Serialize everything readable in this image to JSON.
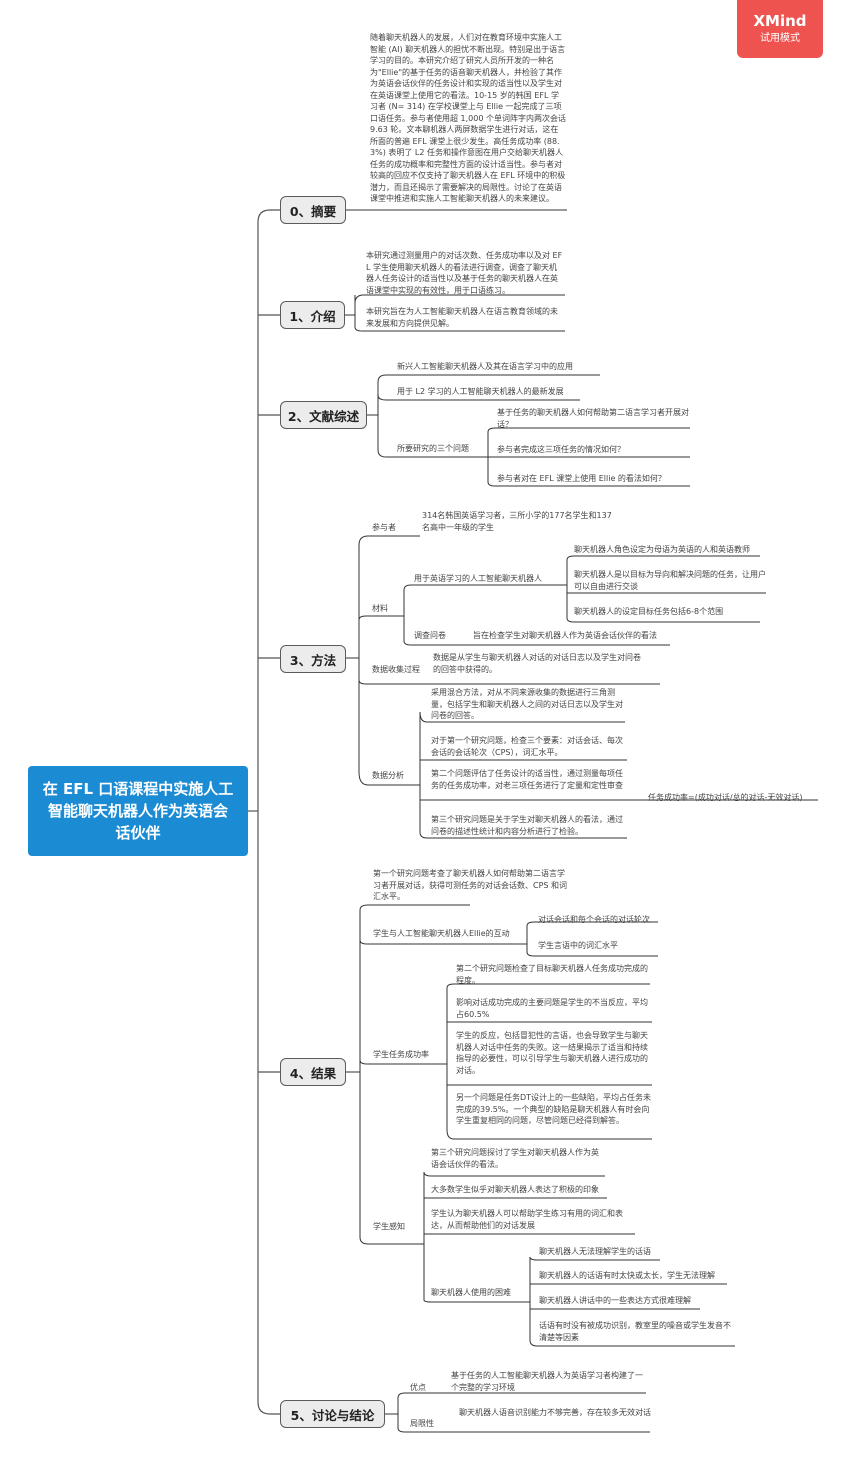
{
  "badge": {
    "brand": "XMind",
    "mode": "试用模式"
  },
  "root": {
    "title": "在 EFL 口语课程中实施人工智能聊天机器人作为英语会话伙伴"
  },
  "sections": {
    "abstract": {
      "label": "0、摘要",
      "text": "随着聊天机器人的发展，人们对在教育环境中实施人工智能 (AI) 聊天机器人的担忧不断出现。特别是出于语言学习的目的。本研究介绍了研究人员所开发的一种名为\"Ellie\"的基于任务的语音聊天机器人，并检验了其作为英语会话伙伴的任务设计和实现的适当性以及学生对在英语课堂上使用它的看法。10-15 岁的韩国 EFL 学习者 (N= 314) 在学校课堂上与 Ellie 一起完成了三项口语任务。参与者使用超 1,000 个单词阵字内两次会话 9.63 轮。文本聊机器人两屏数据学生进行对话，这在所面的普遍 EFL 课堂上很少发生。高任务成功率 (88.3%) 表明了 L2 任务和操作意图在用户交给聊天机器人任务的成功概率和完整性方面的设计适当性。参与者对较高的回应不仅支持了聊天机器人在 EFL 环境中的积极潜力，而且还揭示了需要解决的局限性。讨论了在英语课堂中推进和实施人工智能聊天机器人的未来建议。"
    },
    "intro": {
      "label": "1、介绍",
      "items": [
        "本研究通过测量用户的对话次数、任务成功率以及对 EFL 学生使用聊天机器人的看法进行调查，调查了聊天机器人任务设计的适当性以及基于任务的聊天机器人在英语课堂中实现的有效性，用于口语练习。",
        "本研究旨在为人工智能聊天机器人在语言教育领域的未来发展和方向提供见解。"
      ]
    },
    "literature": {
      "label": "2、文献综述",
      "items": [
        "新兴人工智能聊天机器人及其在语言学习中的应用",
        "用于 L2 学习的人工智能聊天机器人的最新发展"
      ],
      "questions_label": "所要研究的三个问题",
      "questions": [
        "基于任务的聊天机器人如何帮助第二语言学习者开展对话？",
        "参与者完成这三项任务的情况如何？",
        "参与者对在 EFL 课堂上使用 Ellie 的看法如何？"
      ]
    },
    "method": {
      "label": "3、方法",
      "participants_label": "参与者",
      "participants_text": "314名韩国英语学习者，三所小学的177名学生和137名高中一年级的学生",
      "materials_label": "材料",
      "chatbot_label": "用于英语学习的人工智能聊天机器人",
      "chatbot_items": [
        "聊天机器人角色设定为母语为英语的人和英语教师",
        "聊天机器人是以目标为导向和解决问题的任务，让用户可以自由进行交谈",
        "聊天机器人的设定目标任务包括6-8个范围"
      ],
      "survey_label": "调查问卷",
      "survey_text": "旨在检查学生对聊天机器人作为英语会话伙伴的看法",
      "collection_label": "数据收集过程",
      "collection_text": "数据是从学生与聊天机器人对话的对话日志以及学生对问卷的回答中获得的。",
      "analysis_label": "数据分析",
      "analysis_intro": "采用混合方法，对从不同来源收集的数据进行三角测量，包括学生和聊天机器人之间的对话日志以及学生对问卷的回答。",
      "analysis_items": [
        "对于第一个研究问题，检查三个要素：对话会话、每次会话的会话轮次（CPS），词汇水平。",
        "第二个问题评估了任务设计的适当性，通过测量每项任务的任务成功率，对老三项任务进行了定量和定性审查",
        "第三个研究问题是关于学生对聊天机器人的看法，通过问卷的描述性统计和内容分析进行了检验。"
      ],
      "formula": "任务成功率=(成功对话/总的对话-无效对话)"
    },
    "results": {
      "label": "4、结果",
      "intro": "第一个研究问题考查了聊天机器人如何帮助第二语言学习者开展对话，获得可测任务的对话会话数、CPS 和词汇水平。",
      "interaction_label": "学生与人工智能聊天机器人Ellie的互动",
      "interaction_items": [
        "对话会话和每个会话的对话轮次",
        "学生言语中的词汇水平"
      ],
      "success_label": "学生任务成功率",
      "success_items": [
        "第二个研究问题检查了目标聊天机器人任务成功完成的程度。",
        "影响对话成功完成的主要问题是学生的不当反应，平均占60.5%",
        "学生的反应，包括冒犯性的言语，也会导致学生与聊天机器人对话中任务的失败。这一结果揭示了适当和持续指导的必要性，可以引导学生与聊天机器人进行成功的对话。",
        "另一个问题是任务DT设计上的一些缺陷，平均占任务未完成的39.5%。一个典型的缺陷是聊天机器人有时会向学生重复相同的问题，尽管问题已经得到解答。"
      ],
      "perception_label": "学生感知",
      "perception_items": [
        "第三个研究问题探讨了学生对聊天机器人作为英语会话伙伴的看法。",
        "大多数学生似乎对聊天机器人表达了积极的印象",
        "学生认为聊天机器人可以帮助学生练习有用的词汇和表达，从而帮助他们的对话发展"
      ],
      "problems_label": "聊天机器人使用的困难",
      "problems_items": [
        "聊天机器人无法理解学生的话语",
        "聊天机器人的话语有时太快或太长，学生无法理解",
        "聊天机器人讲话中的一些表达方式很难理解",
        "话语有时没有被成功识别，教室里的噪音或学生发音不清楚等因素"
      ]
    },
    "discussion": {
      "label": "5、讨论与结论",
      "pro_label": "优点",
      "pro_text": "基于任务的人工智能聊天机器人为英语学习者构建了一个完整的学习环境",
      "con_label": "局限性",
      "con_text": "聊天机器人语音识别能力不够完善，存在较多无效对话"
    }
  }
}
